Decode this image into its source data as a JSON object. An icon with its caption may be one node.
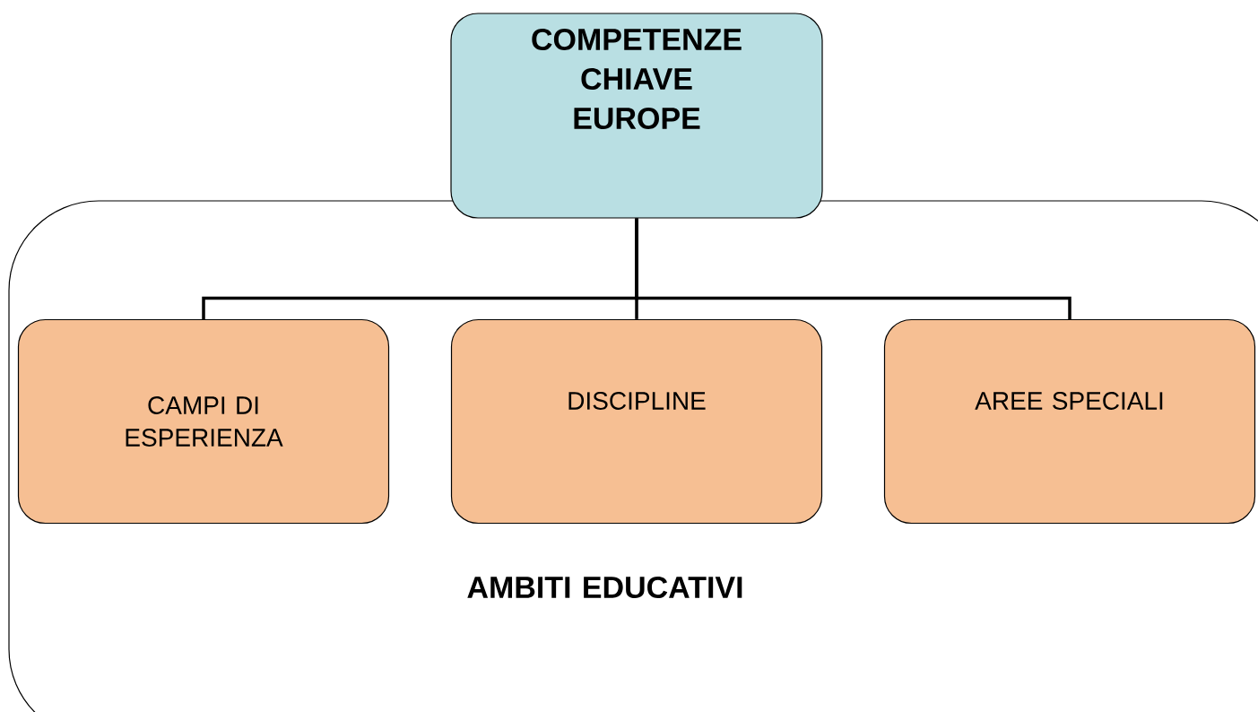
{
  "diagram": {
    "nodes": [
      {
        "text": [
          "COMPETENZE CHIAVE EUROPE"
        ]
      },
      {
        "text": [
          "AMBITI EDUCATIVI"
        ]
      },
      {
        "text": [
          "CAMPI DI ESPERIENZA"
        ],
        "in": 1
      },
      {
        "text": [
          "DISCIPLINE"
        ],
        "in": 1
      },
      {
        "text": [
          "AREE SPECIALI"
        ],
        "in": 1
      }
    ],
    "edges": [
      {
        "from": 0,
        "to": 2,
        "arrow": "none"
      },
      {
        "from": 0,
        "to": 3,
        "arrow": "none"
      },
      {
        "from": 0,
        "to": 4,
        "arrow": "none"
      }
    ]
  }
}
